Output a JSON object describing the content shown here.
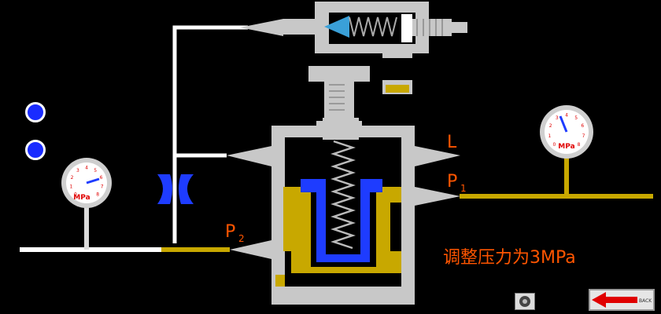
{
  "labels": {
    "port_l": "L",
    "port_p1_main": "P",
    "port_p1_sub": "1",
    "port_p2_main": "P",
    "port_p2_sub": "2",
    "gauge_unit_right": "MPa",
    "gauge_unit_left": "MPa",
    "message": "调整压力为3MPa",
    "back_button_text": "BACK"
  },
  "gauge_scale": [
    "0",
    "1",
    "2",
    "3",
    "4",
    "5",
    "6",
    "7",
    "8"
  ],
  "colors": {
    "background": "#000000",
    "body_gray": "#c8c8c8",
    "oil_yellow": "#c8a800",
    "piston_blue": "#1e3cff",
    "pipe_white": "#ffffff",
    "accent_red": "#e00000",
    "text_orange": "#ff5500"
  },
  "icons": {
    "nav": "circle-button-icon",
    "speaker": "speaker-icon",
    "back": "red-arrow-left-icon"
  }
}
